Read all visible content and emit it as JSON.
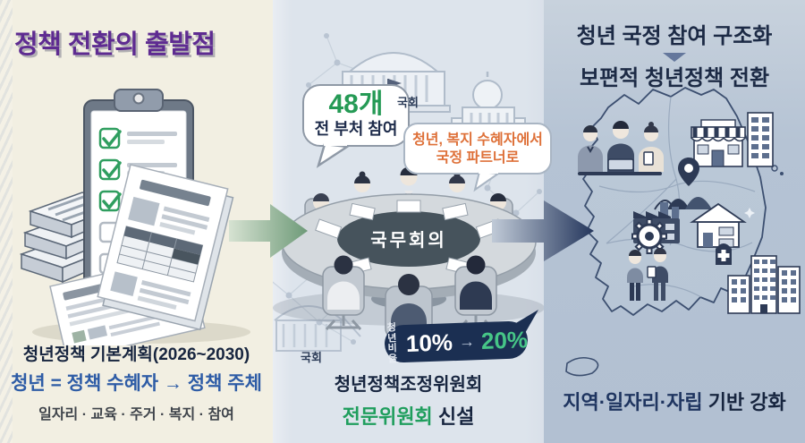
{
  "left_panel": {
    "title": "정책 전환의 출발점",
    "caption": {
      "line1": "청년정책 기본계획(2026~2030)",
      "line2": "청년 = 정책 수혜자 → 정책 주체",
      "line3": "일자리 · 교육 · 주거 · 복지 · 참여"
    }
  },
  "middle_panel": {
    "bubble_ministries": {
      "number": "48개",
      "label": "전 부처 참여"
    },
    "bubble_partner": {
      "line1": "청년, 복지 수혜자에서",
      "line2": "국정 파트너로"
    },
    "assembly_label_top": "국회",
    "assembly_label_bottom": "국회",
    "cabinet_table_label": "국무회의",
    "ratio_badge": {
      "label_line1": "청년",
      "label_line2": "비율",
      "from": "10%",
      "arrow": "→",
      "to": "20%"
    },
    "caption": {
      "line1": "청년정책조정위원회",
      "line2_highlight": "전문위원회",
      "line2_rest": " 신설"
    }
  },
  "right_panel": {
    "heading": {
      "line1": "청년 국정 참여 구조화",
      "line2": "보편적 청년정책 전환"
    },
    "caption": {
      "highlight": "지역·일자리·자립",
      "rest": " 기반 강화"
    }
  },
  "icons": {
    "check_glyph": "✓",
    "arrow_right_glyph": "→",
    "triangle_down_glyph": "▼"
  },
  "colors": {
    "left_bg": "#f2efe2",
    "middle_bg": "#dde4ec",
    "right_bg": "#b5c3d4",
    "title_purple": "#5e2b91",
    "navy_text": "#17253f",
    "blue_text": "#2e5ca6",
    "green_accent": "#259a55",
    "orange_accent": "#de7038",
    "badge_navy": "#1b2f52",
    "badge_green": "#46c687",
    "arrow_green": "#6e9a78",
    "arrow_navy": "#24365c",
    "map_outline": "#3c4f70"
  }
}
